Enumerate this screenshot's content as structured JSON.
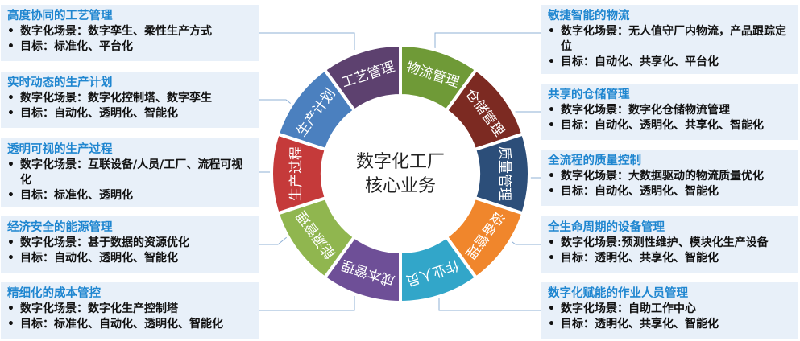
{
  "center": {
    "line1": "数字化工厂",
    "line2": "核心业务"
  },
  "bullet_symbol": "•",
  "segments": [
    {
      "label": "物流管理",
      "color": "#6f9a37"
    },
    {
      "label": "仓储管理",
      "color": "#7c2a22"
    },
    {
      "label": "质量管理",
      "color": "#2c4e79"
    },
    {
      "label": "设备管理",
      "color": "#f0862c"
    },
    {
      "label": "作业人员",
      "color": "#32a6c9"
    },
    {
      "label": "成本管理",
      "color": "#6e4f97"
    },
    {
      "label": "能源管理",
      "color": "#90b64f"
    },
    {
      "label": "生产过程",
      "color": "#c53a3a"
    },
    {
      "label": "生产计划",
      "color": "#4b80bf"
    },
    {
      "label": "工艺管理",
      "color": "#5d416f"
    }
  ],
  "left_cards": [
    {
      "title": "高度协同的工艺管理",
      "lines": [
        "数字化场景：数字孪生、柔性生产方式",
        "目标：标准化、平台化"
      ]
    },
    {
      "title": "实时动态的生产计划",
      "lines": [
        "数字化场景：数字化控制塔、数字孪生",
        "目标：自动化、透明化、智能化"
      ]
    },
    {
      "title": "透明可视的生产过程",
      "lines": [
        "数字化场景：互联设备/人员/工厂、流程可视化",
        "目标：标准化、透明化"
      ]
    },
    {
      "title": "经济安全的能源管理",
      "lines": [
        "数字化场景：甚于数据的资源优化",
        "目标：自动化、透明化、智能化"
      ]
    },
    {
      "title": "精细化的成本管控",
      "lines": [
        "数字化场景：数字化生产控制塔",
        "目标：标准化、自动化、透明化、智能化"
      ]
    }
  ],
  "right_cards": [
    {
      "title": "敏捷智能的物流",
      "lines": [
        "数字化场景：无人值守厂内物流，产品跟踪定位",
        "目标：自动化、共享化、平台化"
      ]
    },
    {
      "title": "共享的仓储管理",
      "lines": [
        "数字化场景：数字化仓储物流管理",
        "目标：自动化、透明化、共享化、智能化"
      ]
    },
    {
      "title": "全流程的质量控制",
      "lines": [
        "数字化场景：大数据驱动的物流质量优化",
        "目标：自动化、透明化、智能化"
      ]
    },
    {
      "title": "全生命周期的设备管理",
      "lines": [
        "数字化场景:预测性维护、模块化生产设备",
        "目标：透明化、共享化、智能化"
      ]
    },
    {
      "title": "数字化赋能的作业人员管理",
      "lines": [
        "数字化场景：自助工作中心",
        "目标：透明化、共享化、智能化"
      ]
    }
  ]
}
